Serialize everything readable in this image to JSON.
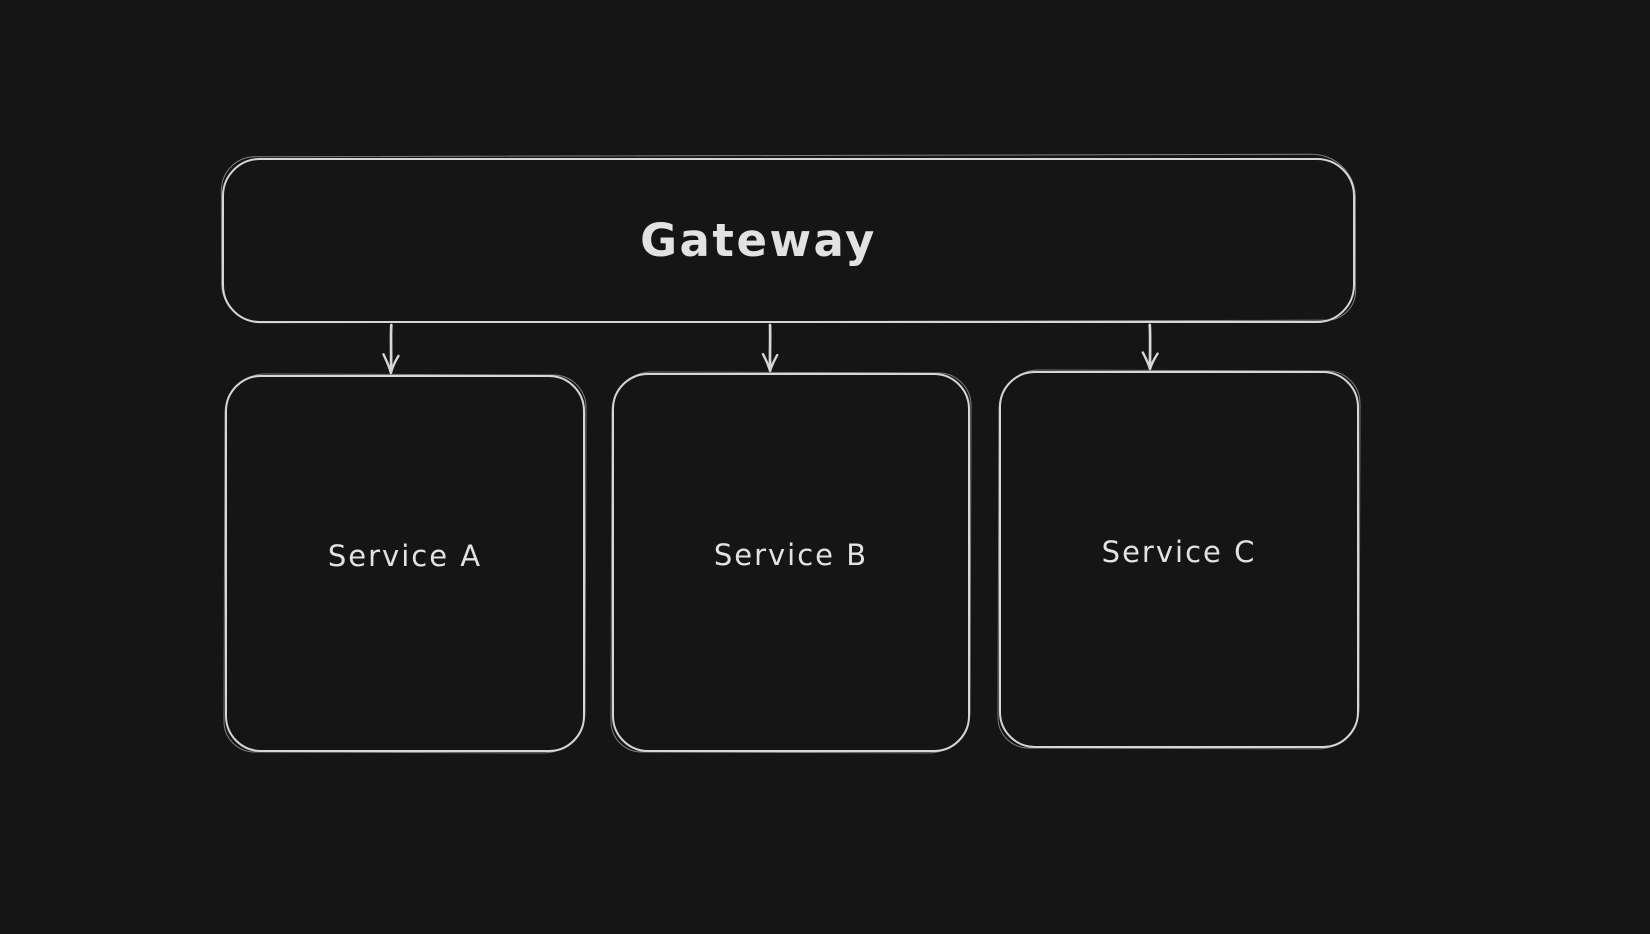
{
  "canvas": {
    "background_color": "#151515",
    "stroke_color": "#d6d6d6",
    "text_color": "#e2e2e2",
    "style": "hand-drawn whiteboard diagram, dark theme"
  },
  "nodes": [
    {
      "id": "gateway",
      "type": "rounded-rectangle",
      "label": "Gateway"
    },
    {
      "id": "service-a",
      "type": "rounded-rectangle",
      "label": "Service A"
    },
    {
      "id": "service-b",
      "type": "rounded-rectangle",
      "label": "Service B"
    },
    {
      "id": "service-c",
      "type": "rounded-rectangle",
      "label": "Service C"
    }
  ],
  "edges": [
    {
      "from": "Gateway",
      "to": "Service A",
      "shape": "straight-arrow-down"
    },
    {
      "from": "Gateway",
      "to": "Service B",
      "shape": "straight-arrow-down"
    },
    {
      "from": "Gateway",
      "to": "Service C",
      "shape": "straight-arrow-down"
    }
  ]
}
